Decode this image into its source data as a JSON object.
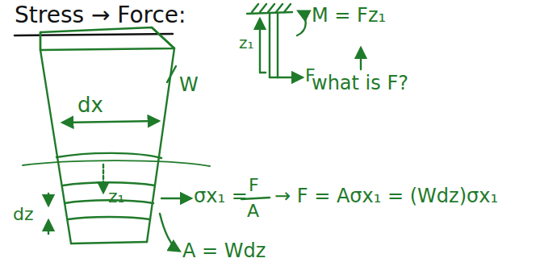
{
  "diagram": {
    "title": "Stress → Force:",
    "labels": [
      "z₁",
      "F",
      "M = Fz₁",
      "what is F?",
      "dx",
      "W",
      "z₁",
      "dz",
      "σx₁ =",
      "F",
      "A",
      "→ F = Aσx₁ = (Wdz)σx₁",
      "A = Wdz"
    ]
  }
}
